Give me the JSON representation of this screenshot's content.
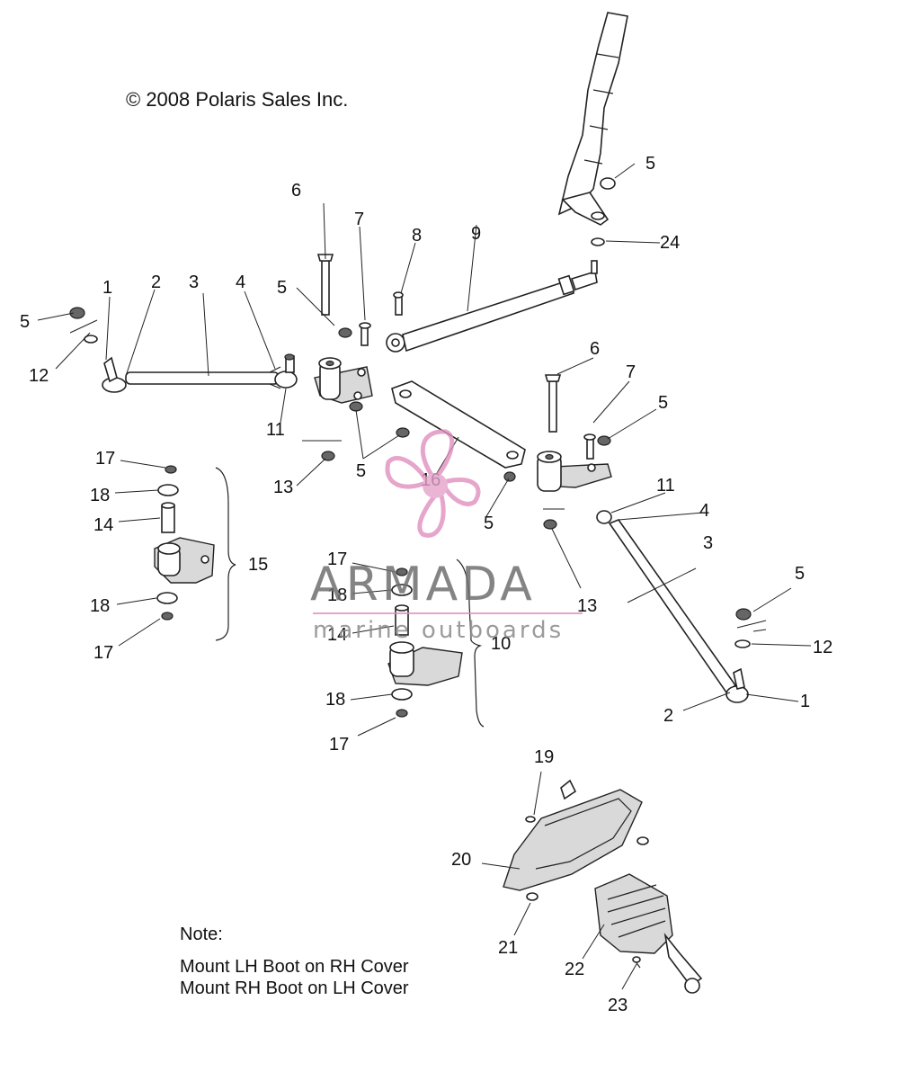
{
  "copyright": "© 2008 Polaris Sales Inc.",
  "note": {
    "title": "Note:",
    "lines": [
      "Mount LH Boot on RH Cover",
      "Mount RH Boot on LH Cover"
    ]
  },
  "watermark": {
    "brand": "ARMADA",
    "tagline": "marine outboards"
  },
  "callouts": [
    "5",
    "12",
    "1",
    "2",
    "3",
    "4",
    "11",
    "5",
    "6",
    "7",
    "8",
    "9",
    "5",
    "24",
    "5",
    "13",
    "5",
    "16",
    "6",
    "7",
    "5",
    "11",
    "4",
    "3",
    "13",
    "5",
    "5",
    "12",
    "1",
    "2",
    "17",
    "18",
    "14",
    "15",
    "18",
    "17",
    "17",
    "18",
    "14",
    "10",
    "18",
    "17",
    "19",
    "20",
    "21",
    "22",
    "23"
  ],
  "colors": {
    "line": "#222222",
    "watermark_pink": "#e08fbf",
    "watermark_gray": "#6f6f6f"
  }
}
